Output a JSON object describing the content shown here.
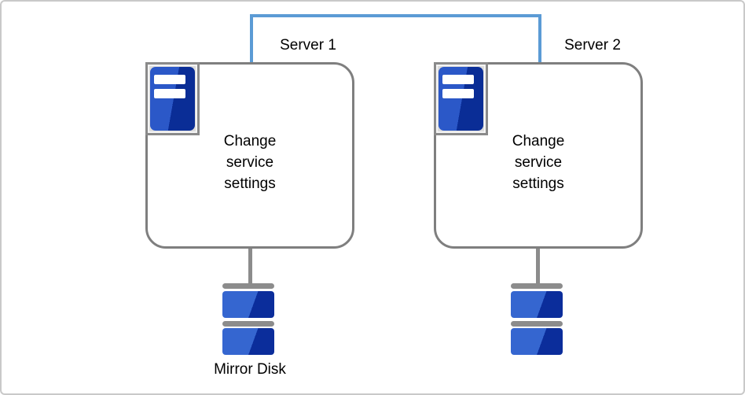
{
  "colors": {
    "connector_blue": "#5b9bd5",
    "box_border_gray": "#7f7f7f",
    "icon_frame_border": "#8a8a8a",
    "icon_frame_bg": "#dcdcdc",
    "server_blue_light": "#2b58c8",
    "server_blue_dark": "#0a2d96",
    "disk_blue_light": "#3566d0",
    "disk_blue_dark": "#0b2d9b",
    "hardware_gray": "#8c8c8c",
    "canvas_border": "#c9c9c9",
    "text_color": "#000000"
  },
  "servers": [
    {
      "title": "Server 1",
      "body": "Change service settings"
    },
    {
      "title": "Server 2",
      "body": "Change service settings"
    }
  ],
  "disks": [
    {
      "label": "Mirror Disk"
    },
    {
      "label": ""
    }
  ]
}
